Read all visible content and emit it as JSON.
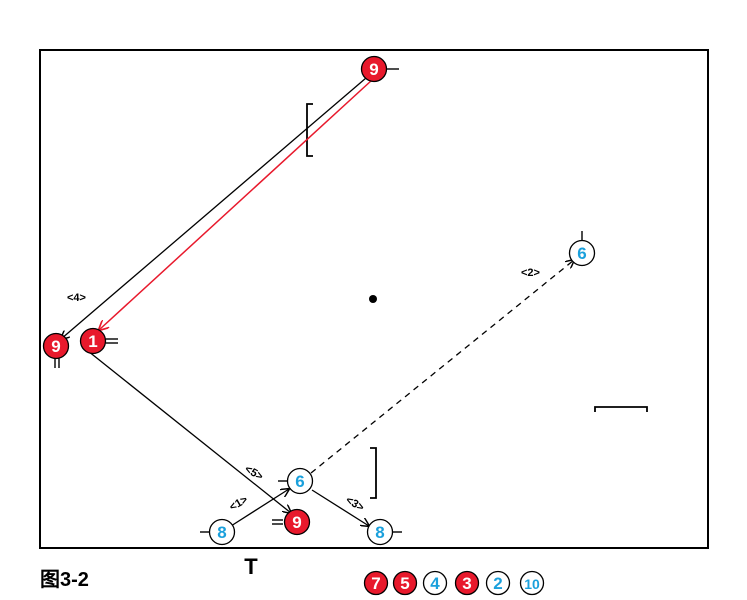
{
  "figure": {
    "caption": "图3-2"
  },
  "colors": {
    "red_team": "#e8192c",
    "blue_team": "#1aa0dc",
    "pass_line": "#e8192c",
    "line": "#000000"
  },
  "players": [
    {
      "id": "red-9-top",
      "team": "red",
      "number": "9"
    },
    {
      "id": "red-9-left",
      "team": "red",
      "number": "9"
    },
    {
      "id": "red-1",
      "team": "red",
      "number": "1"
    },
    {
      "id": "red-9-bottom",
      "team": "red",
      "number": "9"
    },
    {
      "id": "blue-6-right",
      "team": "blue",
      "number": "6"
    },
    {
      "id": "blue-6-center",
      "team": "blue",
      "number": "6"
    },
    {
      "id": "blue-8-left",
      "team": "blue",
      "number": "8"
    },
    {
      "id": "blue-8-right",
      "team": "blue",
      "number": "8"
    }
  ],
  "moves": [
    {
      "id": "move-1",
      "label": "<1>"
    },
    {
      "id": "move-2",
      "label": "<2>"
    },
    {
      "id": "move-3",
      "label": "<3>"
    },
    {
      "id": "move-4",
      "label": "<4>"
    },
    {
      "id": "move-5",
      "label": "<5>"
    }
  ],
  "markers": {
    "t_marker": "T"
  },
  "legend": [
    {
      "team": "red",
      "number": "7"
    },
    {
      "team": "red",
      "number": "5"
    },
    {
      "team": "blue",
      "number": "4"
    },
    {
      "team": "red",
      "number": "3"
    },
    {
      "team": "blue",
      "number": "2"
    },
    {
      "team": "blue",
      "number": "10"
    }
  ]
}
